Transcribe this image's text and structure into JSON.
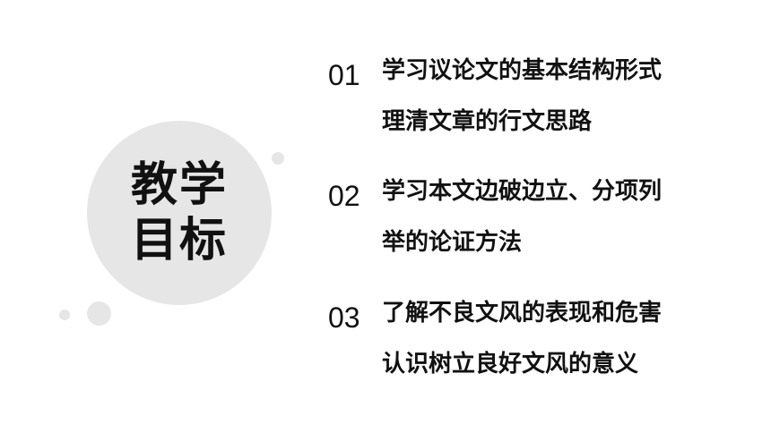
{
  "title": {
    "line1": "教学",
    "line2": "目标"
  },
  "goals": [
    {
      "number": "01",
      "line1": "学习议论文的基本结构形式",
      "line2": "理清文章的行文思路"
    },
    {
      "number": "02",
      "line1": "学习本文边破边立、分项列",
      "line2": "举的论证方法"
    },
    {
      "number": "03",
      "line1": "了解不良文风的表现和危害",
      "line2": "认识树立良好文风的意义"
    }
  ],
  "colors": {
    "background": "#ffffff",
    "circle": "#e6e6e6",
    "text": "#111111"
  }
}
